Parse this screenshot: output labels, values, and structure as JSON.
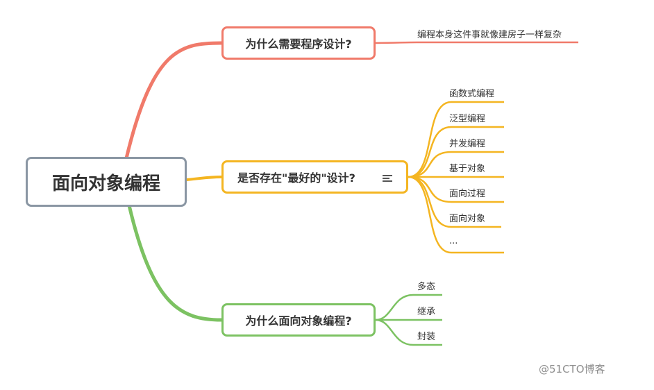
{
  "root": {
    "label": "面向对象编程"
  },
  "branches": [
    {
      "label": "为什么需要程序设计?",
      "color": "#f07a6a",
      "children": [
        "编程本身这件事就像建房子一样复杂"
      ]
    },
    {
      "label": "是否存在\"最好的\"设计?",
      "color": "#f4b521",
      "note_icon": "note-lines-icon",
      "children": [
        "函数式编程",
        "泛型编程",
        "并发编程",
        "基于对象",
        "面向过程",
        "面向对象",
        "..."
      ]
    },
    {
      "label": "为什么面向对象编程?",
      "color": "#7cc262",
      "children": [
        "多态",
        "继承",
        "封装"
      ]
    }
  ],
  "watermark": "@51CTO博客"
}
